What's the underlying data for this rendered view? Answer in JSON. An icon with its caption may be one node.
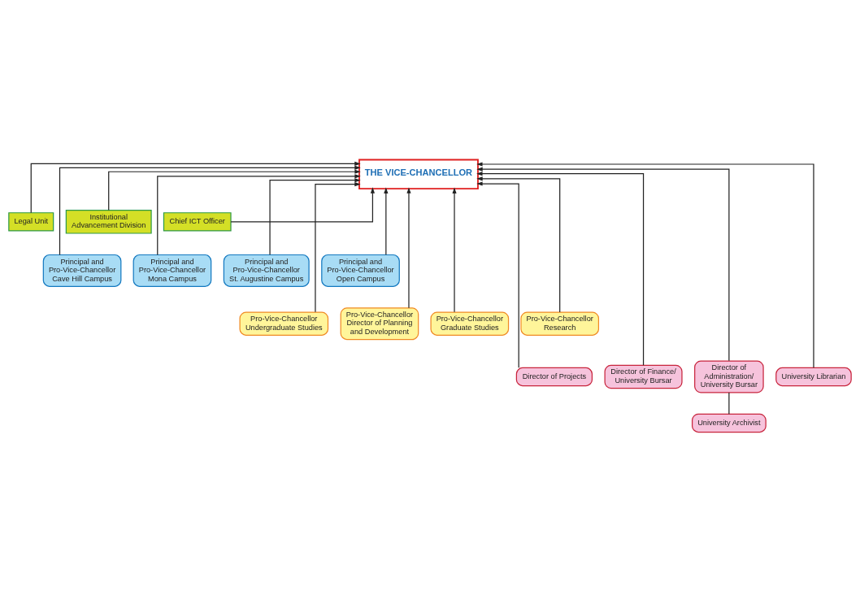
{
  "diagram": {
    "nodes": [
      {
        "text": [
          "THE VICE-CHANCELLOR"
        ]
      },
      {
        "text": [
          "Legal Unit"
        ]
      },
      {
        "text": [
          "Institutional Advancement Division"
        ]
      },
      {
        "text": [
          "Chief ICT Officer"
        ]
      },
      {
        "text": [
          "Principal and Pro-Vice-Chancellor Cave Hill Campus"
        ]
      },
      {
        "text": [
          "Principal and Pro-Vice-Chancellor Mona Campus"
        ]
      },
      {
        "text": [
          "Principal and Pro-Vice-Chancellor St. Augustine Campus"
        ]
      },
      {
        "text": [
          "Principal and Pro-Vice-Chancellor Open Campus"
        ]
      },
      {
        "text": [
          "Pro-Vice-Chancellor Undergraduate Studies"
        ]
      },
      {
        "text": [
          "Pro-Vice-Chancellor Director of Planning and Development"
        ]
      },
      {
        "text": [
          "Pro-Vice-Chancellor Graduate Studies"
        ]
      },
      {
        "text": [
          "Pro-Vice-Chancellor Research"
        ]
      },
      {
        "text": [
          "Director of Projects"
        ]
      },
      {
        "text": [
          "Director of Finance/ University Bursar"
        ]
      },
      {
        "text": [
          "Director of Administration/ University Bursar"
        ]
      },
      {
        "text": [
          "University Librarian"
        ]
      },
      {
        "text": [
          "University Archivist"
        ]
      }
    ],
    "edges": [
      {
        "from": 4,
        "to": 0,
        "arrow": "to"
      },
      {
        "from": 5,
        "to": 0,
        "arrow": "to"
      },
      {
        "from": 6,
        "to": 0,
        "arrow": "to"
      },
      {
        "from": 7,
        "to": 0,
        "arrow": "to"
      },
      {
        "from": 1,
        "to": 0,
        "arrow": "to"
      },
      {
        "from": 3,
        "to": 0,
        "arrow": "to"
      },
      {
        "from": 2,
        "to": 0,
        "arrow": "to"
      },
      {
        "from": 8,
        "to": 0,
        "arrow": "to"
      },
      {
        "from": 9,
        "to": 0,
        "arrow": "to"
      },
      {
        "from": 10,
        "to": 0,
        "arrow": "to"
      },
      {
        "from": 11,
        "to": 0,
        "arrow": "to"
      },
      {
        "from": 12,
        "to": 0,
        "arrow": "to"
      },
      {
        "from": 13,
        "to": 0,
        "arrow": "to"
      },
      {
        "from": 14,
        "to": 0,
        "arrow": "to"
      },
      {
        "from": 15,
        "to": 0,
        "arrow": "to"
      },
      {
        "from": 16,
        "to": 14,
        "arrow": "none"
      }
    ]
  }
}
